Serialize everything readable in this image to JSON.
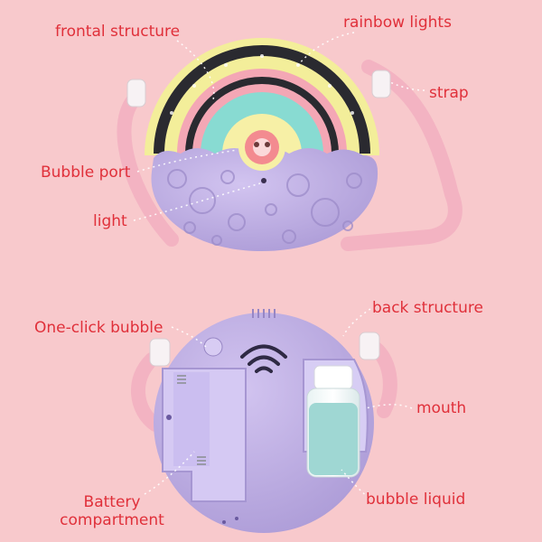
{
  "labels": {
    "frontal_structure": "frontal structure",
    "rainbow_lights": "rainbow lights",
    "strap": "strap",
    "bubble_port": "Bubble port",
    "light": "light",
    "back_structure": "back structure",
    "one_click_bubble": "One-click bubble",
    "mouth": "mouth",
    "battery_line1": "Battery",
    "battery_line2": "compartment",
    "bubble_liquid": "bubble liquid"
  },
  "colors": {
    "background": "#f8c9cc",
    "label_text": "#e0303a",
    "body_purple": "#c3b3e6",
    "strap_pink": "#f3b3c2",
    "rainbow_yellow": "#f3ee9a",
    "rainbow_pink": "#f4a7b5",
    "rainbow_teal": "#88dbd2",
    "liquid": "#9fd7d3"
  }
}
